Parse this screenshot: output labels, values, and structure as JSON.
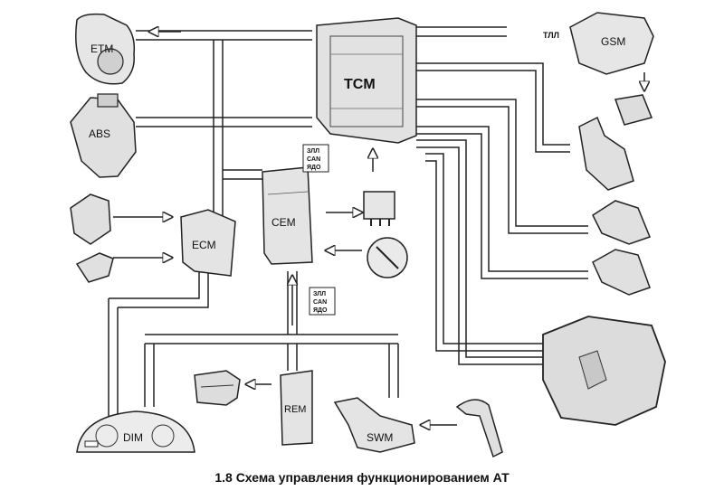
{
  "diagram": {
    "caption": "1.8 Схема управления функционированием АТ",
    "modules": {
      "etm": "ETM",
      "abs": "ABS",
      "tcm": "TCM",
      "gsm": "GSM",
      "cem": "CEM",
      "ecm": "ECM",
      "rem": "REM",
      "dim": "DIM",
      "swm": "SWM"
    },
    "bus_labels": {
      "upper": {
        "line1": "ЗЛЛ",
        "line2": "CAN",
        "line3": "ЯДО"
      },
      "lower": {
        "line1": "ЗЛЛ",
        "line2": "CAN",
        "line3": "ЯДО"
      },
      "gsm_tag": "ТЛЛ"
    }
  }
}
